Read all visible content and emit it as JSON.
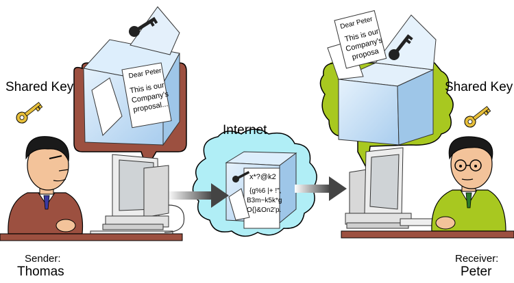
{
  "sender": {
    "key_label": "Shared Key",
    "role": "Sender:",
    "name": "Thomas",
    "letter_salutation": "Dear Peter",
    "letter_lines": [
      "This is our",
      "Company's",
      "proposal..."
    ]
  },
  "receiver": {
    "key_label": "Shared Key",
    "role": "Receiver:",
    "name": "Peter",
    "letter_salutation": "Dear Peter",
    "letter_lines": [
      "This is our",
      "Company's",
      "proposa"
    ]
  },
  "network": {
    "label": "Internet",
    "cipher_lines": [
      "x*?@k2",
      "{g%6 |+ !\",",
      "B3m~k5k*g",
      "O{}&On2'p."
    ]
  },
  "colors": {
    "sender_bubble": "#9c5040",
    "receiver_bubble": "#a8c820",
    "cloud": "#b0eef6",
    "box": "#cfe6f8",
    "key": "#e7bf3a"
  }
}
